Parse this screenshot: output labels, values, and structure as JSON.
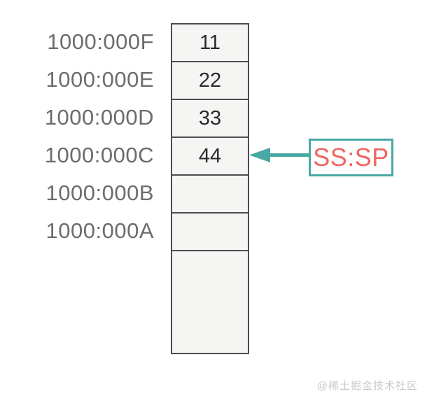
{
  "diagram": {
    "addresses": [
      "1000:000F",
      "1000:000E",
      "1000:000D",
      "1000:000C",
      "1000:000B",
      "1000:000A"
    ],
    "cells": [
      {
        "value": "11"
      },
      {
        "value": "22"
      },
      {
        "value": "33"
      },
      {
        "value": "44"
      },
      {
        "value": ""
      },
      {
        "value": ""
      },
      {
        "value": ""
      }
    ],
    "pointer": {
      "label": "SS:SP",
      "points_to_address": "1000:000C",
      "points_to_value": "44"
    },
    "colors": {
      "arrow_teal": "#48A8A3",
      "pointer_label_red": "#EE6661",
      "cell_border": "#4D4D4D",
      "cell_fill": "#F5F5F4",
      "address_text": "#6C6C6C",
      "value_text": "#2B2B2B",
      "watermark_text": "#C9C9C9"
    }
  },
  "watermark": "@稀土掘金技术社区"
}
